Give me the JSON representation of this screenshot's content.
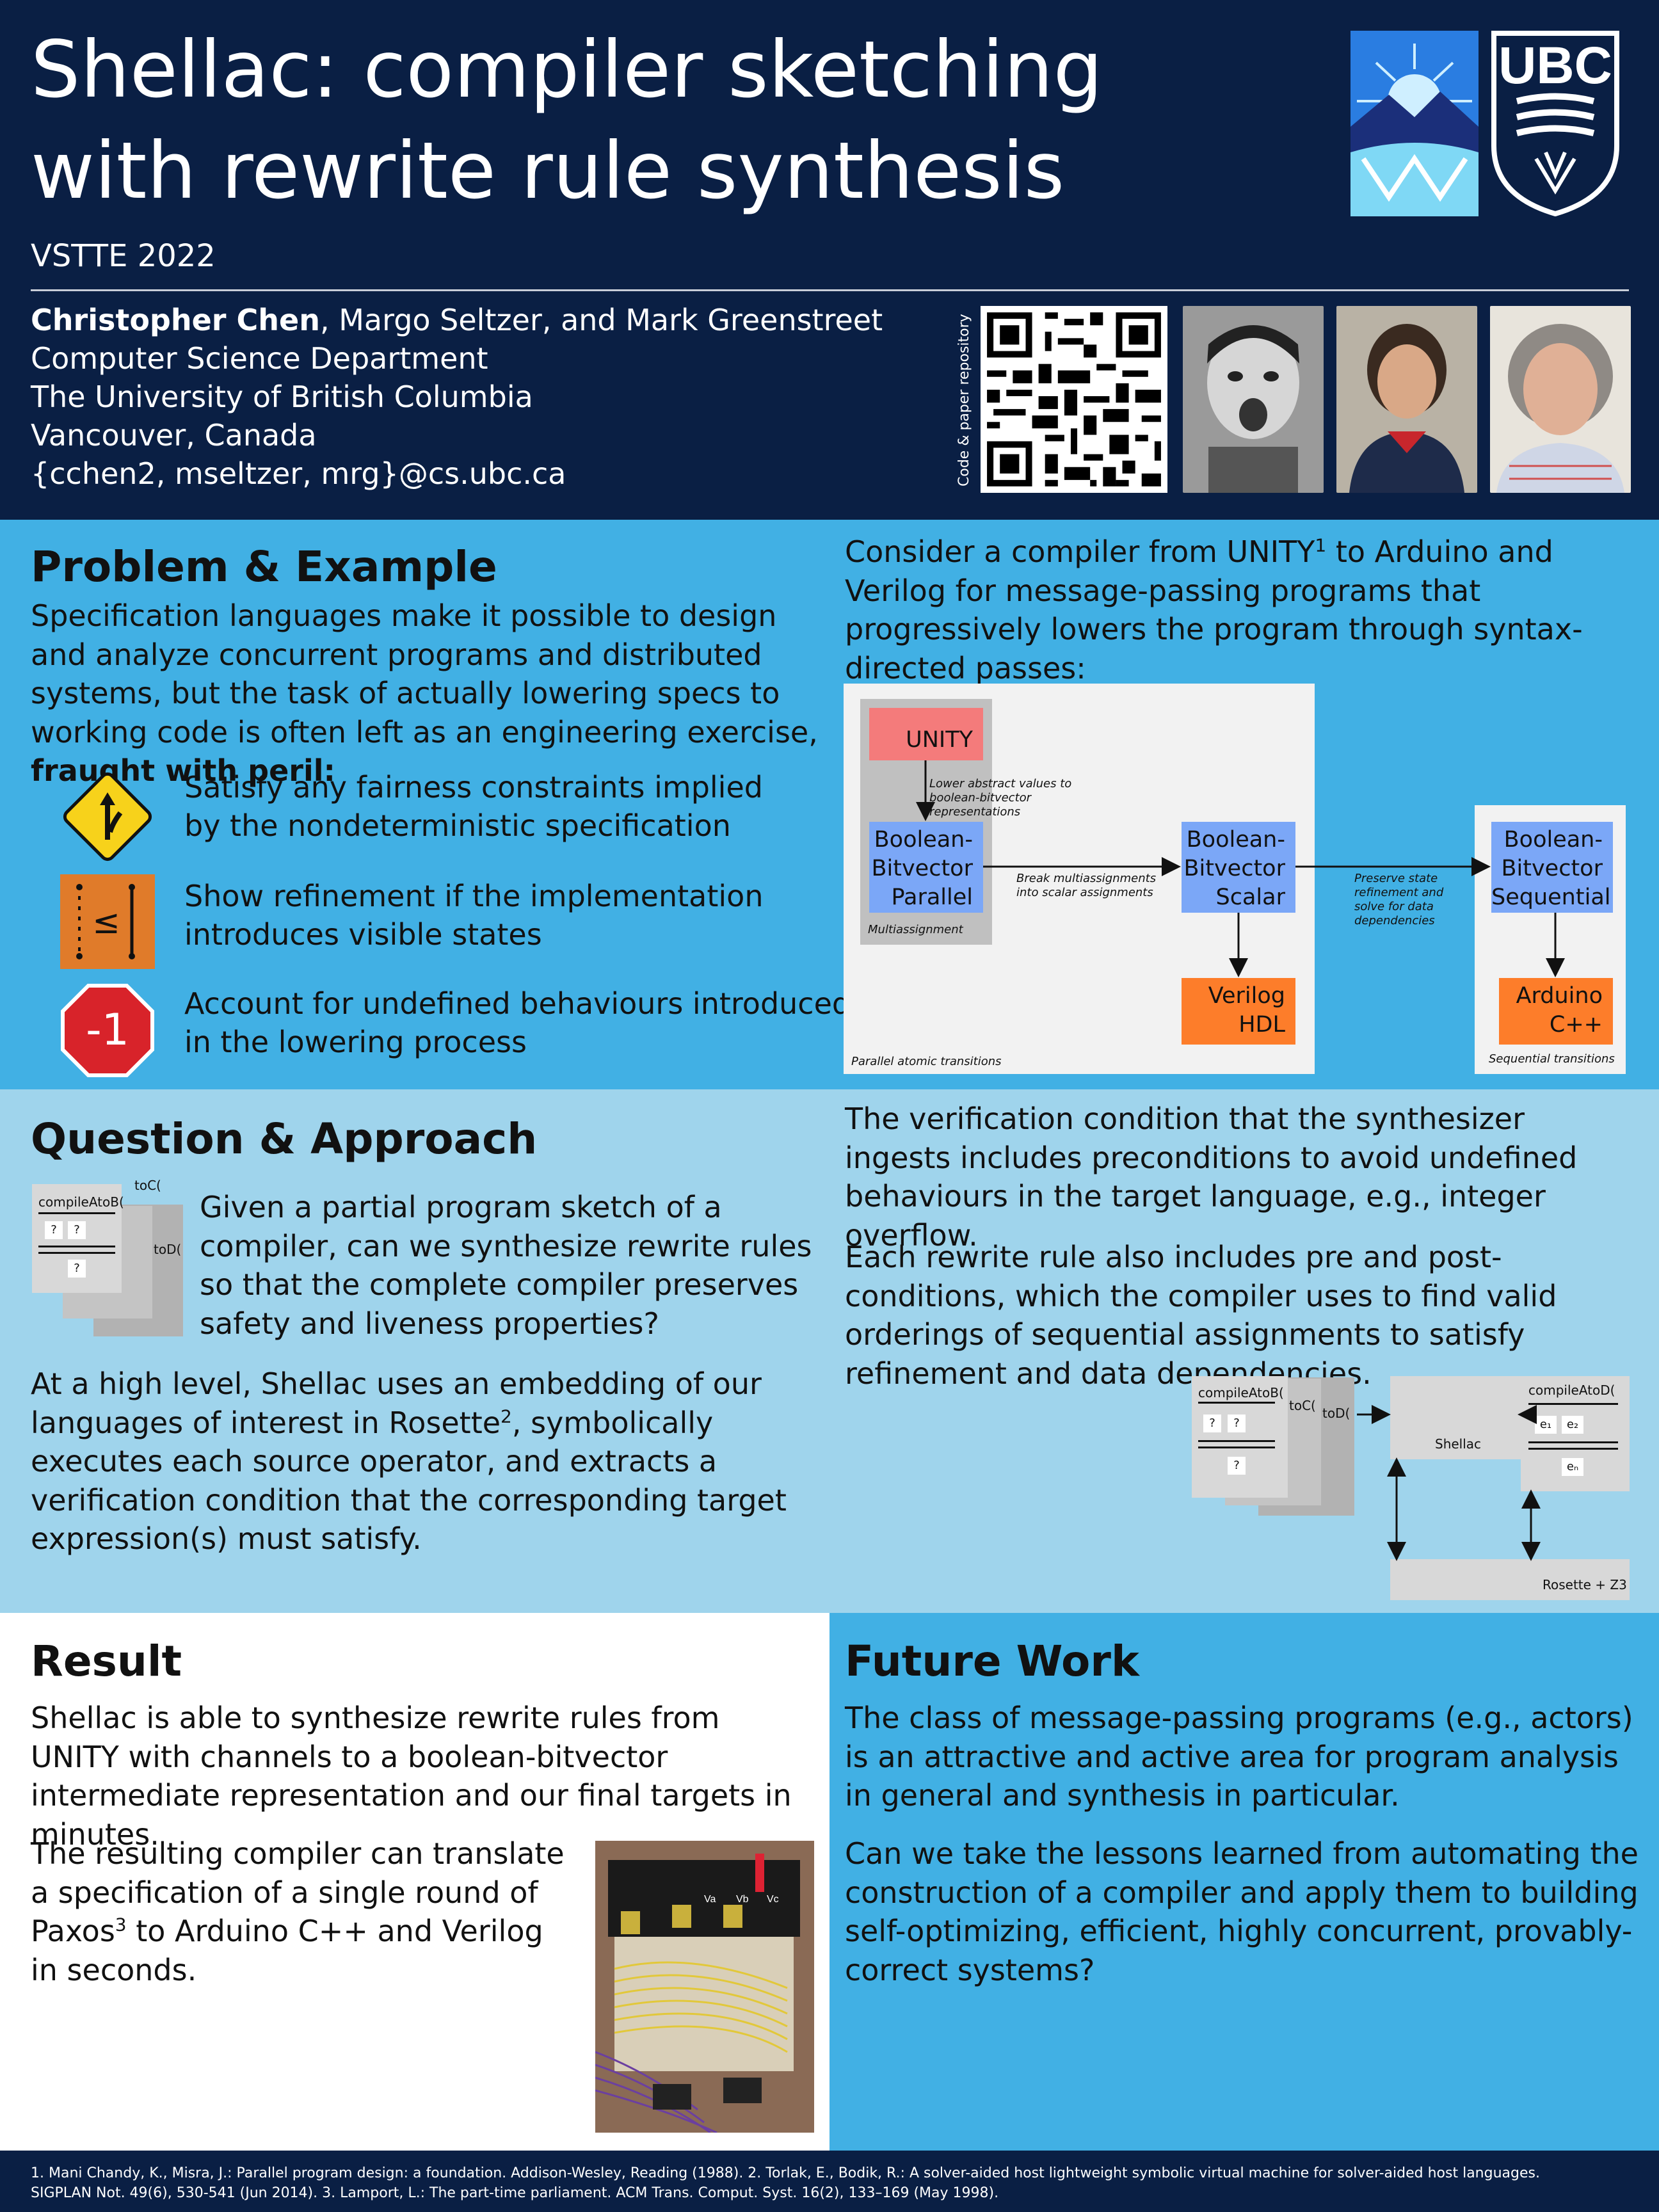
{
  "header": {
    "title_line1": "Shellac: compiler sketching",
    "title_line2": "with rewrite rule synthesis",
    "venue": "VSTTE 2022",
    "author_lead": "Christopher Chen",
    "author_rest": ", Margo Seltzer, and Mark Greenstreet",
    "affil1": "Computer Science Department",
    "affil2": "The University of British Columbia",
    "affil3": "Vancouver, Canada",
    "emails": "{cchen2, mseltzer, mrg}@cs.ubc.ca",
    "qr_label": "Code & paper repository",
    "logo_text": "UBC"
  },
  "problem": {
    "heading": "Problem & Example",
    "intro": "Specification languages make it possible to design and analyze concurrent programs and distributed systems, but the task of actually lowering specs to working code is often left as an engineering exercise, ",
    "intro_bold": "fraught with peril:",
    "bullets": [
      {
        "icon": "merge-sign-icon",
        "line1": "Satisfy any fairness constraints implied",
        "line2": "by the nondeterministic specification"
      },
      {
        "icon": "refinement-icon",
        "line1": "Show refinement if the implementation",
        "line2": "introduces visible states"
      },
      {
        "icon": "stop-sign-icon",
        "line1": "Account for undefined behaviours introduced",
        "line2": "in the lowering process",
        "glyph": "-1"
      }
    ],
    "refine_glyph": "≤"
  },
  "example": {
    "text_pre": "Consider a compiler from UNITY",
    "text_sup": "1",
    "text_post": " to Arduino and Verilog for message-passing programs that progressively lowers the program through syntax-directed passes:",
    "diagram": {
      "unity": "UNITY",
      "lower_note": "Lower abstract values to boolean-bitvector representations",
      "parallel": [
        "Boolean-",
        "Bitvector",
        "Parallel"
      ],
      "multi_label": "Multiassignment",
      "break_note": "Break multiassignments into scalar assignments",
      "scalar": [
        "Boolean-",
        "Bitvector",
        "Scalar"
      ],
      "preserve_note": "Preserve state refinement and solve for data dependencies",
      "sequential": [
        "Boolean-",
        "Bitvector",
        "Sequential"
      ],
      "verilog": [
        "Verilog",
        "HDL"
      ],
      "arduino": [
        "Arduino",
        "C++"
      ],
      "parallel_caption": "Parallel atomic transitions",
      "sequential_caption": "Sequential transitions"
    }
  },
  "question": {
    "heading": "Question & Approach",
    "para1": "Given a partial program sketch of a compiler, can we synthesize rewrite rules so that the complete compiler preserves safety and liveness properties?",
    "para2_pre": "At a high level, Shellac uses an embedding of our languages of interest in Rosette",
    "para2_sup": "2",
    "para2_post": ", symbolically executes each source operator, and extracts a verification condition that the corresponding target expression(s) must satisfy.",
    "sketch": {
      "f1": "compileAtoB(",
      "f2": "toC(",
      "f3": "toD(",
      "q": "?"
    }
  },
  "verification": {
    "para1": "The verification condition that the synthesizer ingests includes preconditions to avoid undefined behaviours in the target language, e.g., integer overflow.",
    "para2": "Each rewrite rule also includes pre and post-conditions, which the compiler uses to find valid orderings of sequential assignments to satisfy refinement and data dependencies.",
    "diagram": {
      "f1": "compileAtoB(",
      "f2": "toC(",
      "f3": "toD(",
      "q": "?",
      "shellac": "Shellac",
      "out_f": "compileAtoD(",
      "e1": "e₁",
      "e2": "e₂",
      "en": "eₙ",
      "solver": "Rosette + Z3"
    }
  },
  "result": {
    "heading": "Result",
    "para1": "Shellac is able to synthesize rewrite rules from UNITY with channels to a boolean-bitvector intermediate representation and our final targets in minutes.",
    "para2_pre": "The resulting compiler can translate a specification of a single round of Paxos",
    "para2_sup": "3",
    "para2_post": " to Arduino C++ and Verilog in seconds.",
    "board_labels": [
      "Va",
      "Vb",
      "Vc"
    ]
  },
  "future": {
    "heading": "Future Work",
    "para1": "The class of message-passing programs (e.g., actors) is an attractive and active area for program analysis in general and synthesis in particular.",
    "para2": "Can we take the lessons learned from automating the construction of a compiler and apply them to building self-optimizing, efficient, highly concurrent, provably-correct systems?"
  },
  "footer": {
    "line1": "1. Mani Chandy, K., Misra, J.: Parallel program design: a foundation. Addison-Wesley, Reading (1988). 2. Torlak, E., Bodik, R.: A solver-aided host lightweight symbolic virtual machine for solver-aided host languages.",
    "line2": "SIGPLAN Not. 49(6), 530-541 (Jun 2014). 3. Lamport, L.: The part-time parliament. ACM Trans. Comput. Syst. 16(2), 133–169 (May 1998)."
  },
  "colors": {
    "navy": "#0a1f44",
    "blue": "#41b0e4",
    "light_blue": "#9fd4ec",
    "node_blue": "#7ba7f7",
    "node_red": "#f47b7b",
    "node_orange": "#fd7d2a"
  }
}
